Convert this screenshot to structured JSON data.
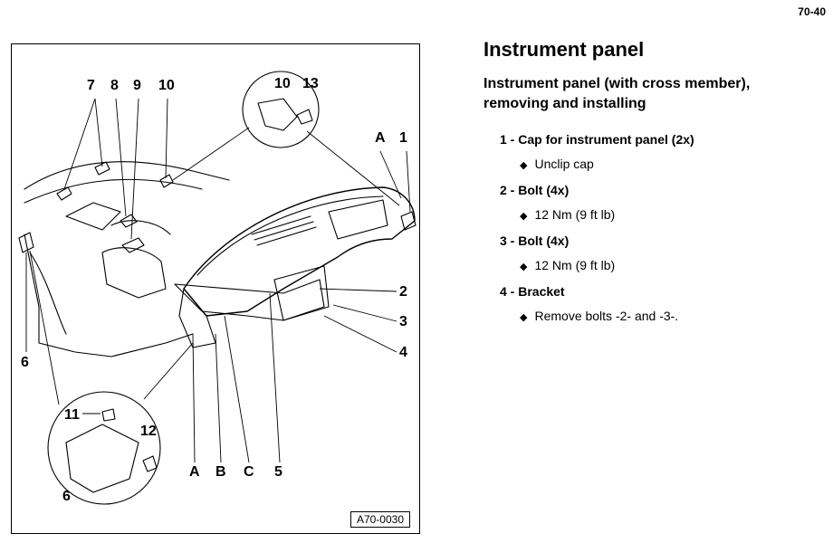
{
  "page_number": "70-40",
  "title": "Instrument panel",
  "subtitle": "Instrument panel (with cross member), removing and installing",
  "items": [
    {
      "title": "1 - Cap for instrument panel (2x)",
      "detail": "Unclip cap"
    },
    {
      "title": "2 - Bolt (4x)",
      "detail": "12 Nm (9 ft lb)"
    },
    {
      "title": "3 - Bolt (4x)",
      "detail": "12 Nm (9 ft lb)"
    },
    {
      "title": "4 - Bracket",
      "detail": "Remove bolts -2- and -3-."
    }
  ],
  "figure": {
    "ref": "A70-0030",
    "labels": {
      "l7": "7",
      "l8": "8",
      "l9": "9",
      "l10": "10",
      "d10": "10",
      "d13": "13",
      "lA1": "A",
      "l1": "1",
      "l2": "2",
      "l3": "3",
      "l4": "4",
      "l6": "6",
      "d11": "11",
      "d12": "12",
      "d6": "6",
      "bA": "A",
      "bB": "B",
      "bC": "C",
      "b5": "5"
    }
  }
}
